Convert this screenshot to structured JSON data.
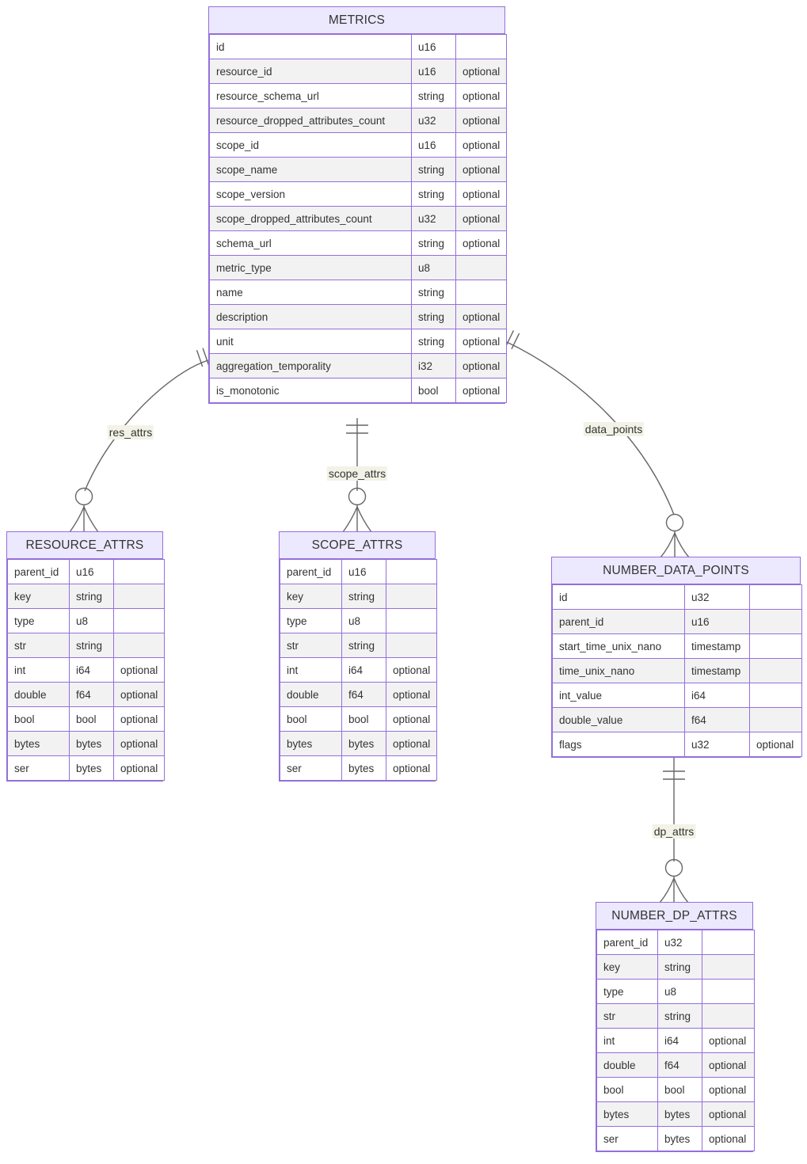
{
  "diagram": {
    "type": "entity-relationship",
    "title": "",
    "colors": {
      "entity_header_fill": "#ECE8FD",
      "entity_border": "#9370DB",
      "row_stripe": "#f2f2f2",
      "row_base": "#ffffff",
      "edge_stroke": "#666666",
      "label_fill": "#F2F2E7",
      "text": "#333333",
      "background": "#ffffff"
    },
    "entities": [
      {
        "id": "metrics",
        "name": "METRICS",
        "attributes": [
          {
            "name": "id",
            "type": "u16",
            "key": ""
          },
          {
            "name": "resource_id",
            "type": "u16",
            "key": "optional"
          },
          {
            "name": "resource_schema_url",
            "type": "string",
            "key": "optional"
          },
          {
            "name": "resource_dropped_attributes_count",
            "type": "u32",
            "key": "optional"
          },
          {
            "name": "scope_id",
            "type": "u16",
            "key": "optional"
          },
          {
            "name": "scope_name",
            "type": "string",
            "key": "optional"
          },
          {
            "name": "scope_version",
            "type": "string",
            "key": "optional"
          },
          {
            "name": "scope_dropped_attributes_count",
            "type": "u32",
            "key": "optional"
          },
          {
            "name": "schema_url",
            "type": "string",
            "key": "optional"
          },
          {
            "name": "metric_type",
            "type": "u8",
            "key": ""
          },
          {
            "name": "name",
            "type": "string",
            "key": ""
          },
          {
            "name": "description",
            "type": "string",
            "key": "optional"
          },
          {
            "name": "unit",
            "type": "string",
            "key": "optional"
          },
          {
            "name": "aggregation_temporality",
            "type": "i32",
            "key": "optional"
          },
          {
            "name": "is_monotonic",
            "type": "bool",
            "key": "optional"
          }
        ]
      },
      {
        "id": "resource_attrs",
        "name": "RESOURCE_ATTRS",
        "attributes": [
          {
            "name": "parent_id",
            "type": "u16",
            "key": ""
          },
          {
            "name": "key",
            "type": "string",
            "key": ""
          },
          {
            "name": "type",
            "type": "u8",
            "key": ""
          },
          {
            "name": "str",
            "type": "string",
            "key": ""
          },
          {
            "name": "int",
            "type": "i64",
            "key": "optional"
          },
          {
            "name": "double",
            "type": "f64",
            "key": "optional"
          },
          {
            "name": "bool",
            "type": "bool",
            "key": "optional"
          },
          {
            "name": "bytes",
            "type": "bytes",
            "key": "optional"
          },
          {
            "name": "ser",
            "type": "bytes",
            "key": "optional"
          }
        ]
      },
      {
        "id": "scope_attrs",
        "name": "SCOPE_ATTRS",
        "attributes": [
          {
            "name": "parent_id",
            "type": "u16",
            "key": ""
          },
          {
            "name": "key",
            "type": "string",
            "key": ""
          },
          {
            "name": "type",
            "type": "u8",
            "key": ""
          },
          {
            "name": "str",
            "type": "string",
            "key": ""
          },
          {
            "name": "int",
            "type": "i64",
            "key": "optional"
          },
          {
            "name": "double",
            "type": "f64",
            "key": "optional"
          },
          {
            "name": "bool",
            "type": "bool",
            "key": "optional"
          },
          {
            "name": "bytes",
            "type": "bytes",
            "key": "optional"
          },
          {
            "name": "ser",
            "type": "bytes",
            "key": "optional"
          }
        ]
      },
      {
        "id": "number_data_points",
        "name": "NUMBER_DATA_POINTS",
        "attributes": [
          {
            "name": "id",
            "type": "u32",
            "key": ""
          },
          {
            "name": "parent_id",
            "type": "u16",
            "key": ""
          },
          {
            "name": "start_time_unix_nano",
            "type": "timestamp",
            "key": ""
          },
          {
            "name": "time_unix_nano",
            "type": "timestamp",
            "key": ""
          },
          {
            "name": "int_value",
            "type": "i64",
            "key": ""
          },
          {
            "name": "double_value",
            "type": "f64",
            "key": ""
          },
          {
            "name": "flags",
            "type": "u32",
            "key": "optional"
          }
        ]
      },
      {
        "id": "number_dp_attrs",
        "name": "NUMBER_DP_ATTRS",
        "attributes": [
          {
            "name": "parent_id",
            "type": "u32",
            "key": ""
          },
          {
            "name": "key",
            "type": "string",
            "key": ""
          },
          {
            "name": "type",
            "type": "u8",
            "key": ""
          },
          {
            "name": "str",
            "type": "string",
            "key": ""
          },
          {
            "name": "int",
            "type": "i64",
            "key": "optional"
          },
          {
            "name": "double",
            "type": "f64",
            "key": "optional"
          },
          {
            "name": "bool",
            "type": "bool",
            "key": "optional"
          },
          {
            "name": "bytes",
            "type": "bytes",
            "key": "optional"
          },
          {
            "name": "ser",
            "type": "bytes",
            "key": "optional"
          }
        ]
      }
    ],
    "relationships": [
      {
        "id": "res_attrs",
        "label": "res_attrs",
        "from": "METRICS",
        "to": "RESOURCE_ATTRS",
        "from_cardinality": "exactly-one",
        "to_cardinality": "zero-or-more"
      },
      {
        "id": "scope_attrs",
        "label": "scope_attrs",
        "from": "METRICS",
        "to": "SCOPE_ATTRS",
        "from_cardinality": "exactly-one",
        "to_cardinality": "zero-or-more"
      },
      {
        "id": "data_points",
        "label": "data_points",
        "from": "METRICS",
        "to": "NUMBER_DATA_POINTS",
        "from_cardinality": "exactly-one",
        "to_cardinality": "zero-or-more"
      },
      {
        "id": "dp_attrs",
        "label": "dp_attrs",
        "from": "NUMBER_DATA_POINTS",
        "to": "NUMBER_DP_ATTRS",
        "from_cardinality": "exactly-one",
        "to_cardinality": "zero-or-more"
      }
    ]
  }
}
